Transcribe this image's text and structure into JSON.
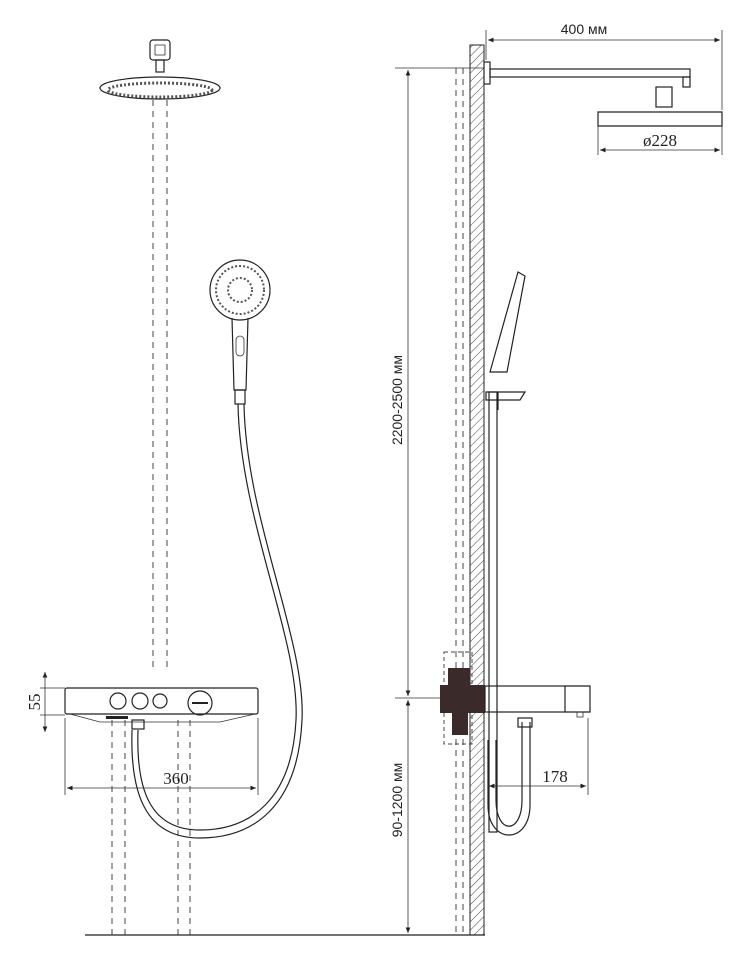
{
  "dimensions": {
    "arm_length": "400 мм",
    "head_diameter": "ø228",
    "total_height": "2200-2500 мм",
    "mixer_height": "90-1200 мм",
    "panel_height": "55",
    "panel_width": "360",
    "mixer_depth": "178"
  },
  "colors": {
    "line": "#222222",
    "valve": "#3a2a2a"
  }
}
